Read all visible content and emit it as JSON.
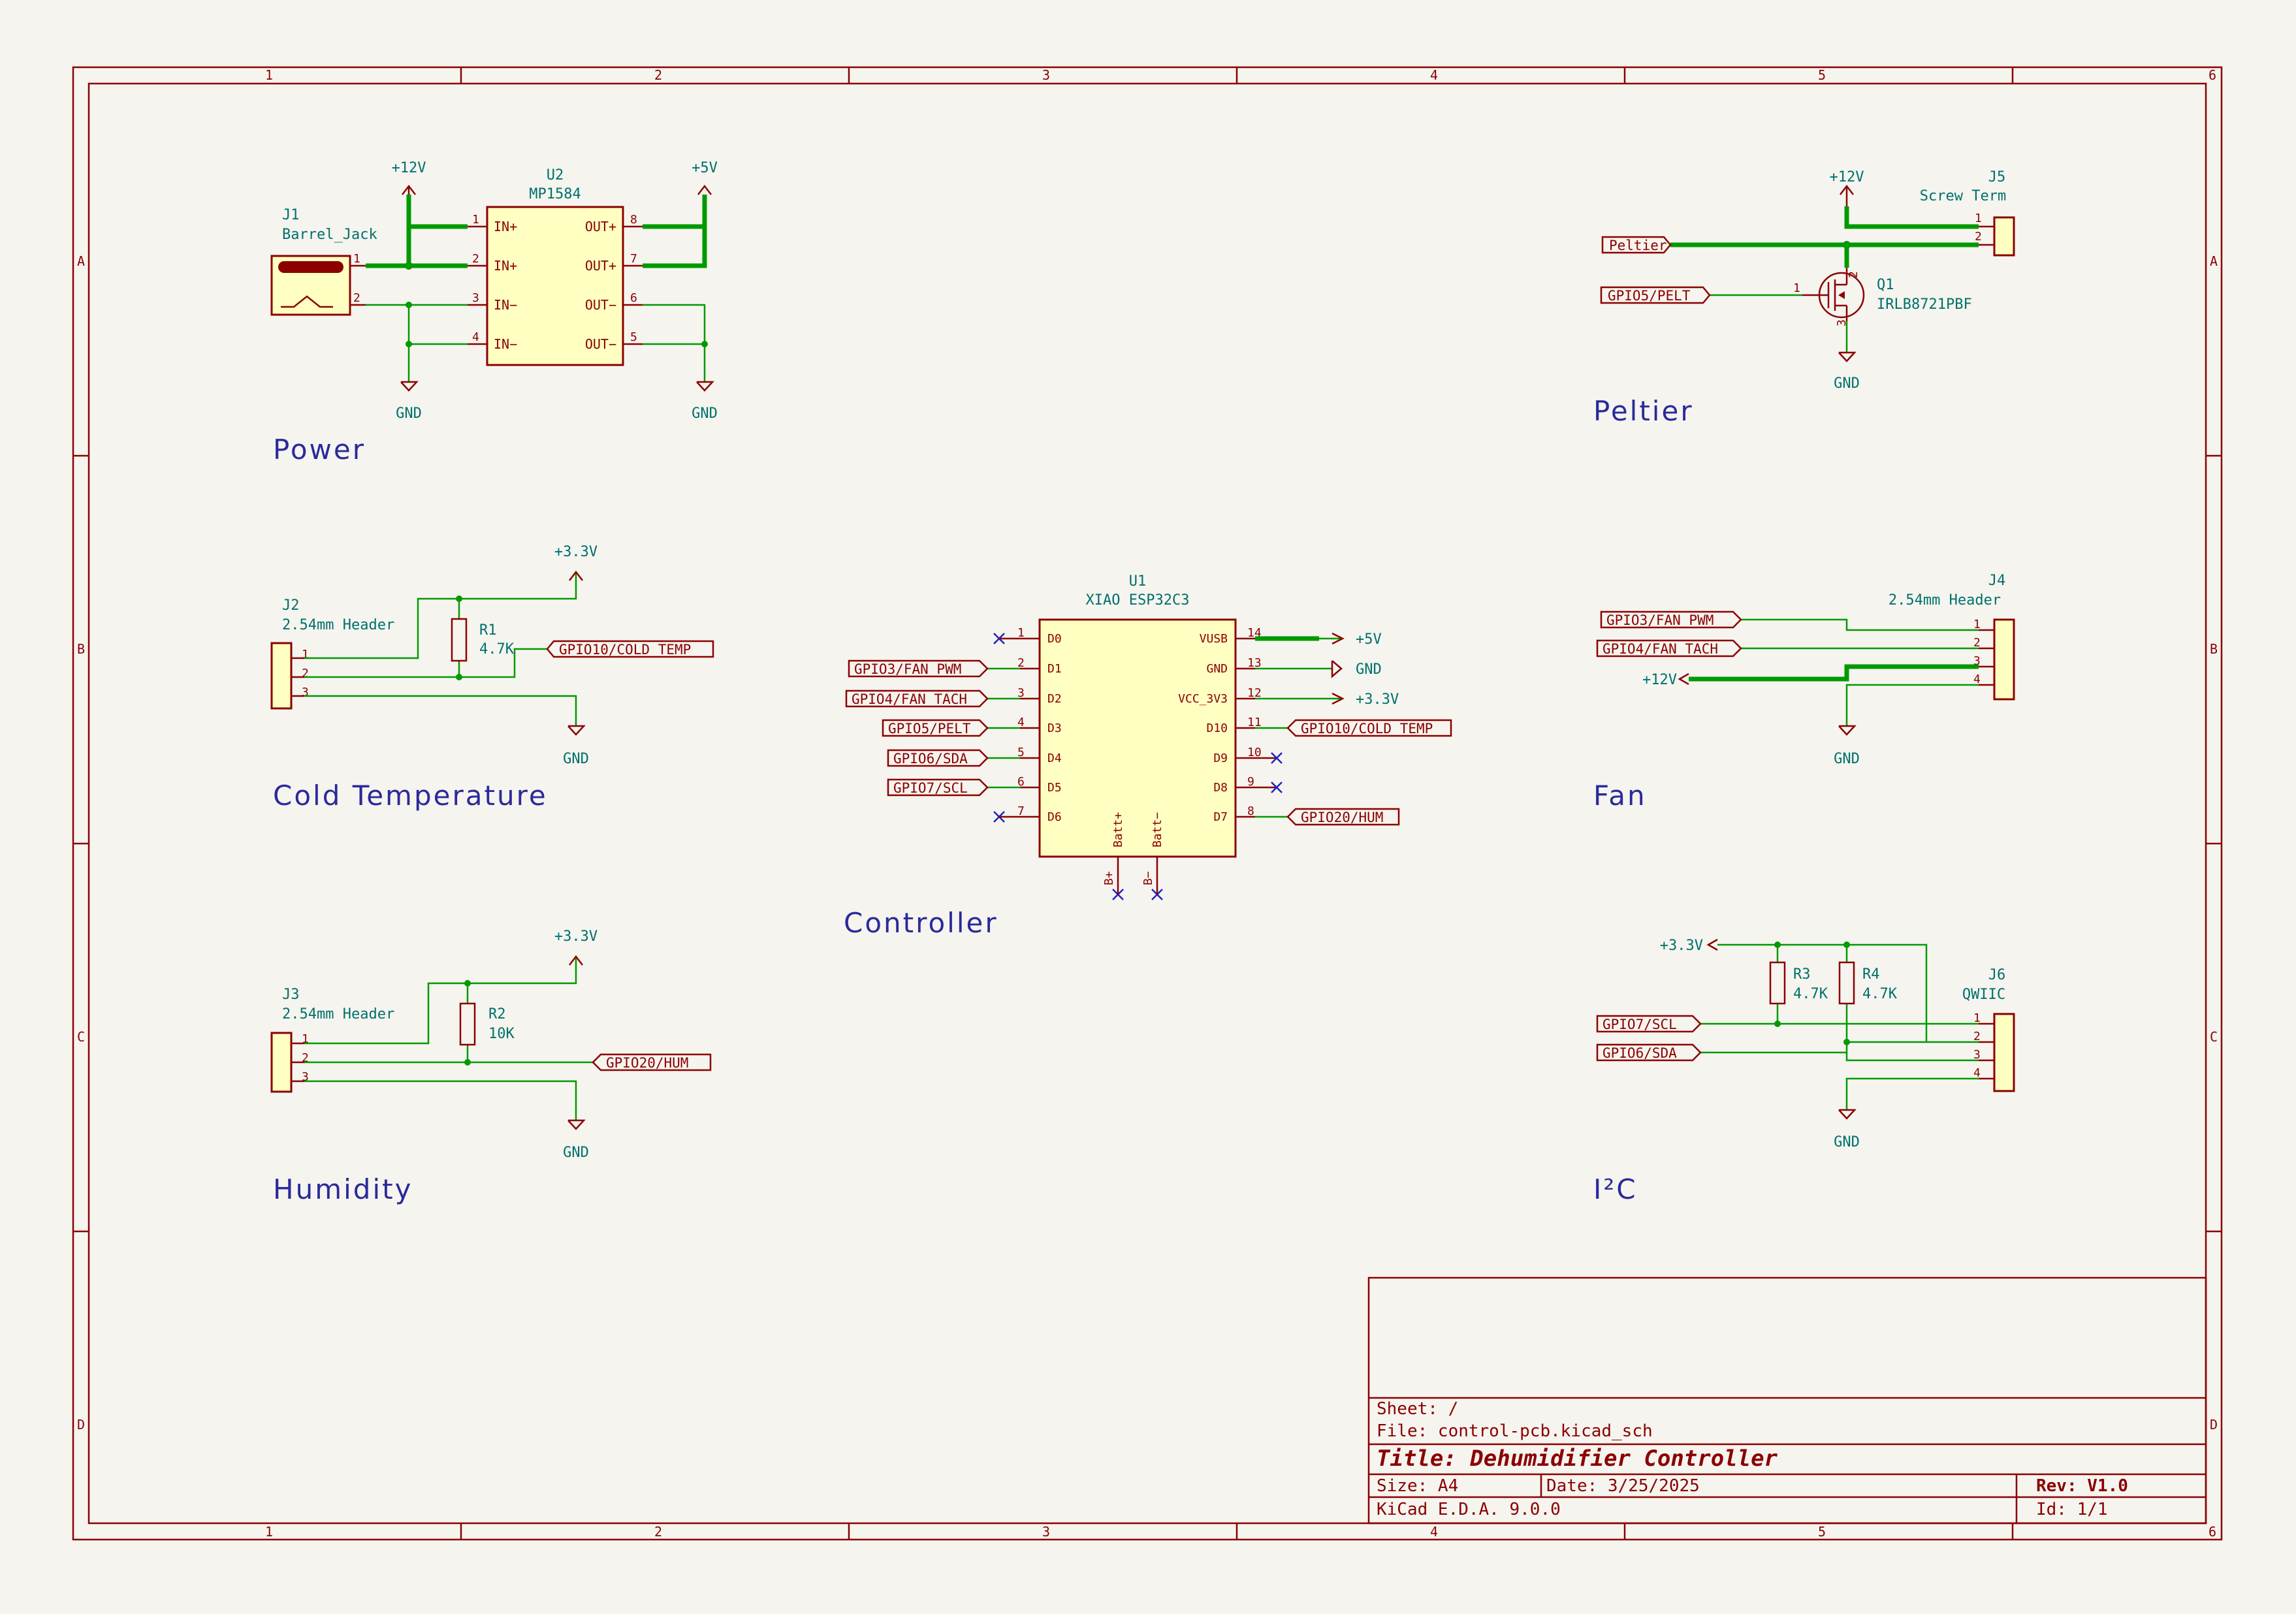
{
  "frame": {
    "col_labels": [
      "1",
      "2",
      "3",
      "4",
      "5",
      "6"
    ],
    "row_labels": [
      "A",
      "B",
      "C",
      "D"
    ]
  },
  "sections": {
    "power": "Power",
    "peltier": "Peltier",
    "cold_temperature": "Cold Temperature",
    "controller": "Controller",
    "fan": "Fan",
    "humidity": "Humidity",
    "i2c": "I²C"
  },
  "power_symbols": {
    "p12v": "+12V",
    "p5v": "+5V",
    "p33v": "+3.3V",
    "gnd": "GND"
  },
  "components": {
    "J1": {
      "ref": "J1",
      "value": "Barrel_Jack",
      "pins": [
        "1",
        "2"
      ]
    },
    "U2": {
      "ref": "U2",
      "value": "MP1584",
      "left_pins": [
        {
          "n": "1",
          "name": "IN+"
        },
        {
          "n": "2",
          "name": "IN+"
        },
        {
          "n": "3",
          "name": "IN−"
        },
        {
          "n": "4",
          "name": "IN−"
        }
      ],
      "right_pins": [
        {
          "n": "8",
          "name": "OUT+"
        },
        {
          "n": "7",
          "name": "OUT+"
        },
        {
          "n": "6",
          "name": "OUT−"
        },
        {
          "n": "5",
          "name": "OUT−"
        }
      ]
    },
    "J5": {
      "ref": "J5",
      "value": "Screw Term",
      "pins": [
        "1",
        "2"
      ]
    },
    "Q1": {
      "ref": "Q1",
      "value": "IRLB8721PBF",
      "pins": [
        "1",
        "2",
        "3"
      ]
    },
    "J2": {
      "ref": "J2",
      "value": "2.54mm Header",
      "pins": [
        "1",
        "2",
        "3"
      ]
    },
    "R1": {
      "ref": "R1",
      "value": "4.7K"
    },
    "U1": {
      "ref": "U1",
      "value": "XIAO ESP32C3",
      "left_pins": [
        {
          "n": "1",
          "name": "D0"
        },
        {
          "n": "2",
          "name": "D1"
        },
        {
          "n": "3",
          "name": "D2"
        },
        {
          "n": "4",
          "name": "D3"
        },
        {
          "n": "5",
          "name": "D4"
        },
        {
          "n": "6",
          "name": "D5"
        },
        {
          "n": "7",
          "name": "D6"
        }
      ],
      "right_pins": [
        {
          "n": "14",
          "name": "VUSB"
        },
        {
          "n": "13",
          "name": "GND"
        },
        {
          "n": "12",
          "name": "VCC_3V3"
        },
        {
          "n": "11",
          "name": "D10"
        },
        {
          "n": "10",
          "name": "D9"
        },
        {
          "n": "9",
          "name": "D8"
        },
        {
          "n": "8",
          "name": "D7"
        }
      ],
      "bottom_pins": [
        {
          "name": "Batt+",
          "net": "B+"
        },
        {
          "name": "Batt−",
          "net": "B−"
        }
      ]
    },
    "J4": {
      "ref": "J4",
      "value": "2.54mm Header",
      "pins": [
        "1",
        "2",
        "3",
        "4"
      ]
    },
    "J3": {
      "ref": "J3",
      "value": "2.54mm Header",
      "pins": [
        "1",
        "2",
        "3"
      ]
    },
    "R2": {
      "ref": "R2",
      "value": "10K"
    },
    "R3": {
      "ref": "R3",
      "value": "4.7K"
    },
    "R4": {
      "ref": "R4",
      "value": "4.7K"
    },
    "J6": {
      "ref": "J6",
      "value": "QWIIC",
      "pins": [
        "1",
        "2",
        "3",
        "4"
      ]
    }
  },
  "net_labels": {
    "peltier": "Peltier",
    "gpio5_pelt": "GPIO5/PELT",
    "gpio3_fan_pwm": "GPIO3/FAN_PWM",
    "gpio4_fan_tach": "GPIO4/FAN_TACH",
    "gpio6_sda": "GPIO6/SDA",
    "gpio7_scl": "GPIO7/SCL",
    "gpio10_cold_temp": "GPIO10/COLD_TEMP",
    "gpio20_hum": "GPIO20/HUM"
  },
  "title_block": {
    "sheet": "Sheet: /",
    "file": "File: control-pcb.kicad_sch",
    "title": "Title: Dehumidifier Controller",
    "size": "Size: A4",
    "date": "Date: 3/25/2025",
    "rev": "Rev: V1.0",
    "tool": "KiCad E.D.A. 9.0.0",
    "id": "Id: 1/1"
  }
}
